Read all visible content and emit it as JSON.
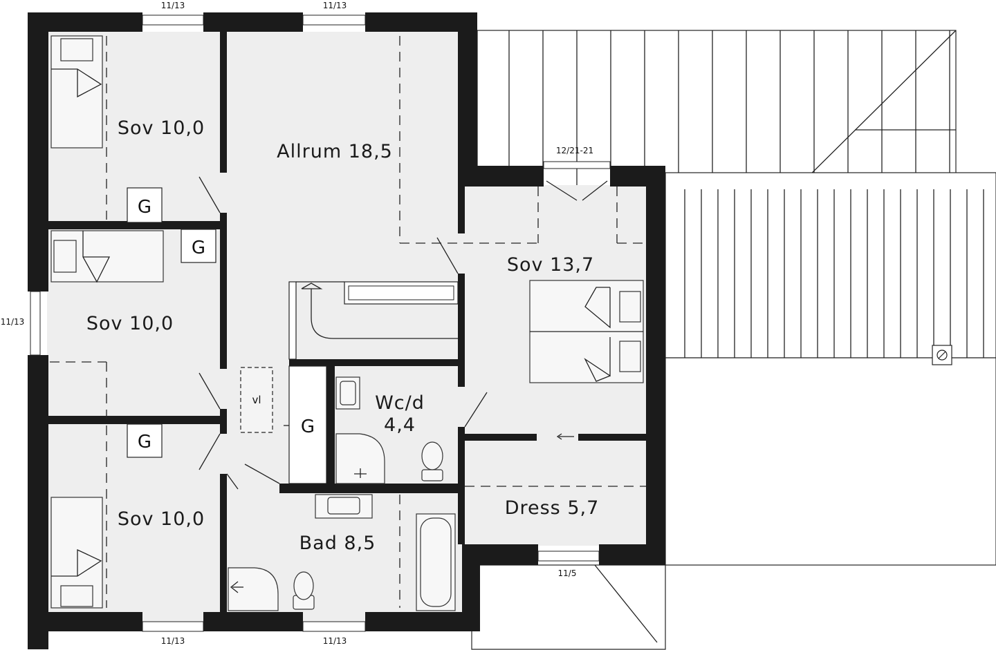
{
  "rooms": {
    "sov_top": "Sov 10,0",
    "allrum": "Allrum 18,5",
    "sov_mid": "Sov 10,0",
    "sov_master": "Sov 13,7",
    "wc_line1": "Wc/d",
    "wc_line2": "4,4",
    "sov_bottom": "Sov 10,0",
    "bad": "Bad 8,5",
    "dress": "Dress 5,7"
  },
  "wardrobes": {
    "g1": "G",
    "g2": "G",
    "g3": "G",
    "g4": "G"
  },
  "vl": "vl",
  "windows": {
    "top_left": "11/13",
    "top_mid": "11/13",
    "left_side": "11/13",
    "master_door": "12/21-21",
    "dress": "11/5",
    "bottom_left": "11/13",
    "bottom_mid": "11/13"
  },
  "colors": {
    "wall": "#1b1b1b",
    "floor": "#eeeeee",
    "background": "#ffffff"
  }
}
